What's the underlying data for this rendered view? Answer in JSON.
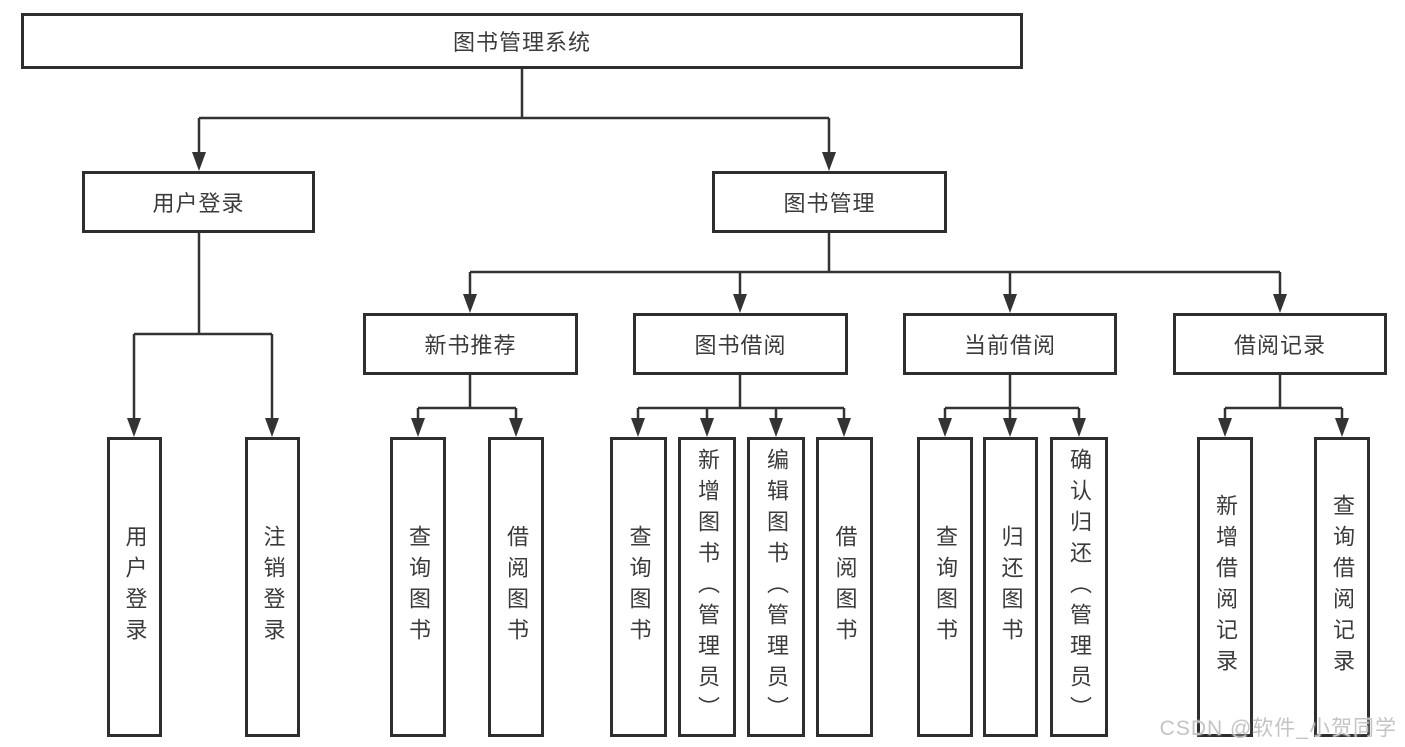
{
  "diagram": {
    "root": {
      "label": "图书管理系统"
    },
    "user_login": {
      "label": "用户登录",
      "children": [
        {
          "label": "用户登录"
        },
        {
          "label": "注销登录"
        }
      ]
    },
    "book_mgmt": {
      "label": "图书管理",
      "sections": [
        {
          "label": "新书推荐",
          "children": [
            {
              "label": "查询图书"
            },
            {
              "label": "借阅图书"
            }
          ]
        },
        {
          "label": "图书借阅",
          "children": [
            {
              "label": "查询图书"
            },
            {
              "label": "新增图书（管理员）"
            },
            {
              "label": "编辑图书（管理员）"
            },
            {
              "label": "借阅图书"
            }
          ]
        },
        {
          "label": "当前借阅",
          "children": [
            {
              "label": "查询图书"
            },
            {
              "label": "归还图书"
            },
            {
              "label": "确认归还（管理员）"
            }
          ]
        },
        {
          "label": "借阅记录",
          "children": [
            {
              "label": "新增借阅记录"
            },
            {
              "label": "查询借阅记录"
            }
          ]
        }
      ]
    },
    "colors": {
      "line": "#333333",
      "border": "#2e2e2e",
      "text": "#3b3b3b",
      "watermark": "#c4c4c4"
    },
    "watermark": {
      "text": "CSDN @软件_小贺同学"
    }
  }
}
